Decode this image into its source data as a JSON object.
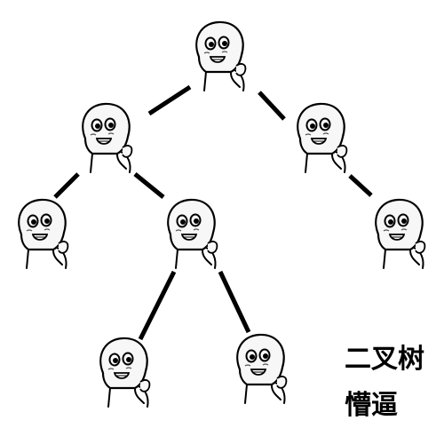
{
  "tree": {
    "node_image": "meme-face",
    "edge_color": "#000000",
    "nodes": [
      "root",
      "left",
      "right",
      "left-left",
      "left-right",
      "right-right",
      "left-right-left",
      "left-right-right"
    ],
    "edges": [
      [
        "root",
        "left"
      ],
      [
        "root",
        "right"
      ],
      [
        "left",
        "left-left"
      ],
      [
        "left",
        "left-right"
      ],
      [
        "right",
        "right-right"
      ],
      [
        "left-right",
        "left-right-left"
      ],
      [
        "left-right",
        "left-right-right"
      ]
    ]
  },
  "caption": {
    "line1": "二叉树",
    "line2": "懵逼"
  }
}
